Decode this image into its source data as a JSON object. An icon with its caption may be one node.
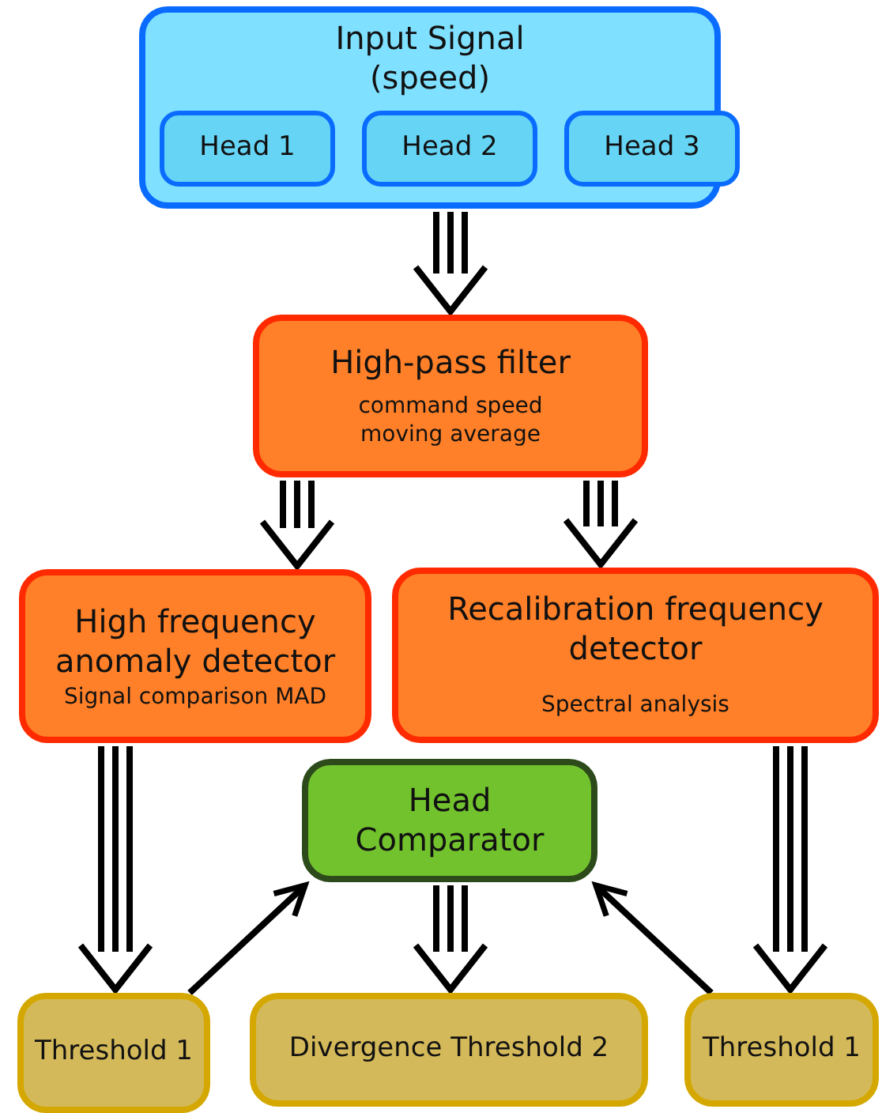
{
  "diagram": {
    "nodes": [
      {
        "text": [
          "Input Signal (speed)"
        ]
      },
      {
        "text": [
          "Head 1"
        ],
        "in": 0
      },
      {
        "text": [
          "Head 2"
        ],
        "in": 0
      },
      {
        "text": [
          "Head 3"
        ],
        "in": 0
      },
      {
        "text": [
          "High-pass filter",
          "command speed moving average"
        ]
      },
      {
        "text": [
          "High frequency anomaly detector",
          "Signal comparison MAD"
        ]
      },
      {
        "text": [
          "Recalibration frequency detector",
          "Spectral analysis"
        ]
      },
      {
        "text": [
          "Head Comparator"
        ]
      },
      {
        "text": [
          "Threshold 1"
        ]
      },
      {
        "text": [
          "Divergence Threshold 2"
        ]
      },
      {
        "text": [
          "Threshold 1"
        ]
      }
    ],
    "edges": [
      {
        "from": 0,
        "to": 4,
        "arrow": "to"
      },
      {
        "from": 4,
        "to": 5,
        "arrow": "to"
      },
      {
        "from": 4,
        "to": 6,
        "arrow": "to"
      },
      {
        "from": 5,
        "to": 8,
        "arrow": "to"
      },
      {
        "from": 6,
        "to": 10,
        "arrow": "to"
      },
      {
        "from": 7,
        "to": 9,
        "arrow": "to"
      },
      {
        "from": 8,
        "to": 7,
        "arrow": "to"
      },
      {
        "from": 10,
        "to": 7,
        "arrow": "to"
      }
    ]
  }
}
